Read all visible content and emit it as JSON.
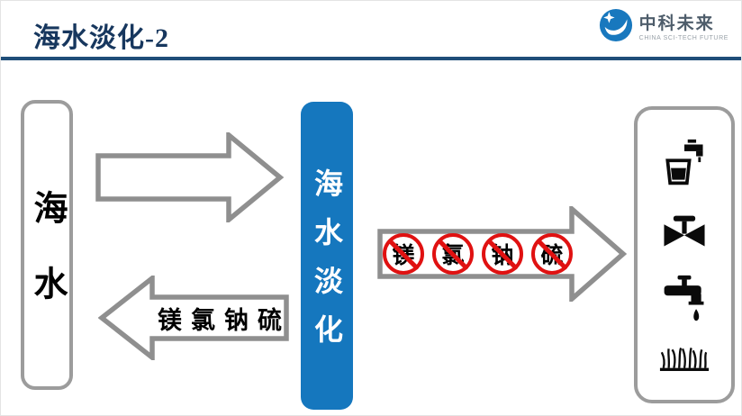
{
  "header": {
    "title": "海水淡化-2",
    "logo": {
      "name": "中科未来",
      "subtitle": "CHINA SCI-TECH FUTURE"
    }
  },
  "diagram": {
    "source_box": {
      "label": "海水"
    },
    "process_box": {
      "label": "海水淡化"
    },
    "feed_arrow": {
      "direction": "right"
    },
    "reject_arrow": {
      "direction": "left",
      "label": "镁氯钠硫"
    },
    "product_arrow": {
      "direction": "right",
      "banned_items": [
        "镁",
        "氯",
        "钠",
        "硫"
      ]
    },
    "product_box": {
      "icons": [
        "cup-faucet-icon",
        "valve-icon",
        "faucet-drip-icon",
        "grass-icon"
      ]
    }
  },
  "colors": {
    "accent_blue": "#1577BE",
    "title_navy": "#17375E",
    "divider_blue": "#1F4E79",
    "arrow_gray": "#8F8F8F",
    "box_border_gray": "#9C9C9C",
    "prohibition_red": "#E01111",
    "logo_blue": "#1878BE"
  }
}
